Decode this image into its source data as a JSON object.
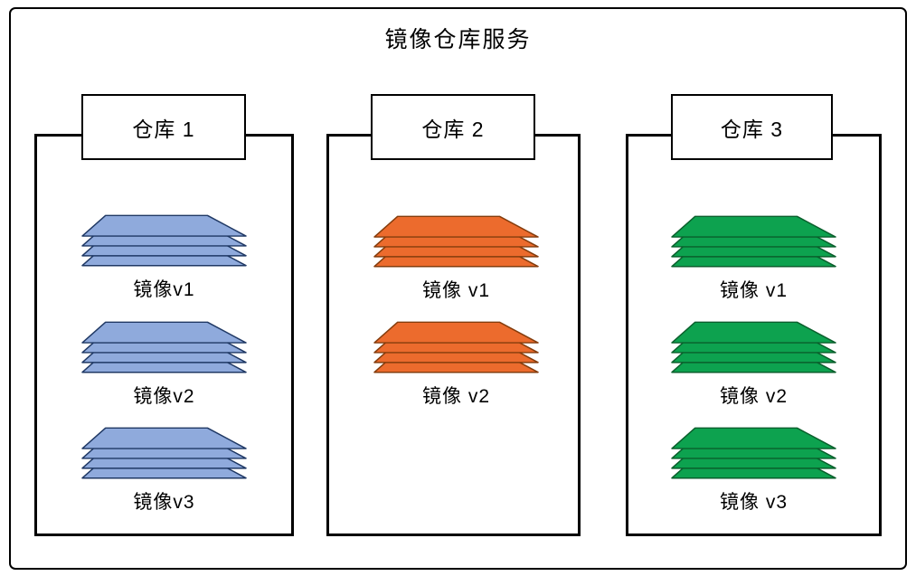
{
  "title": "镜像仓库服务",
  "layers_per_stack": 4,
  "repositories": [
    {
      "name": "仓库 1",
      "colors": {
        "fill": "#8FAADC",
        "border": "#1F3864"
      },
      "images": [
        {
          "label": "镜像v1"
        },
        {
          "label": "镜像v2"
        },
        {
          "label": "镜像v3"
        }
      ]
    },
    {
      "name": "仓库 2",
      "colors": {
        "fill": "#EC6B2D",
        "border": "#843C0C"
      },
      "images": [
        {
          "label": "镜像 v1"
        },
        {
          "label": "镜像 v2"
        }
      ]
    },
    {
      "name": "仓库 3",
      "colors": {
        "fill": "#0DA24F",
        "border": "#0A5F2C"
      },
      "images": [
        {
          "label": "镜像 v1"
        },
        {
          "label": "镜像 v2"
        },
        {
          "label": "镜像 v3"
        }
      ]
    }
  ]
}
